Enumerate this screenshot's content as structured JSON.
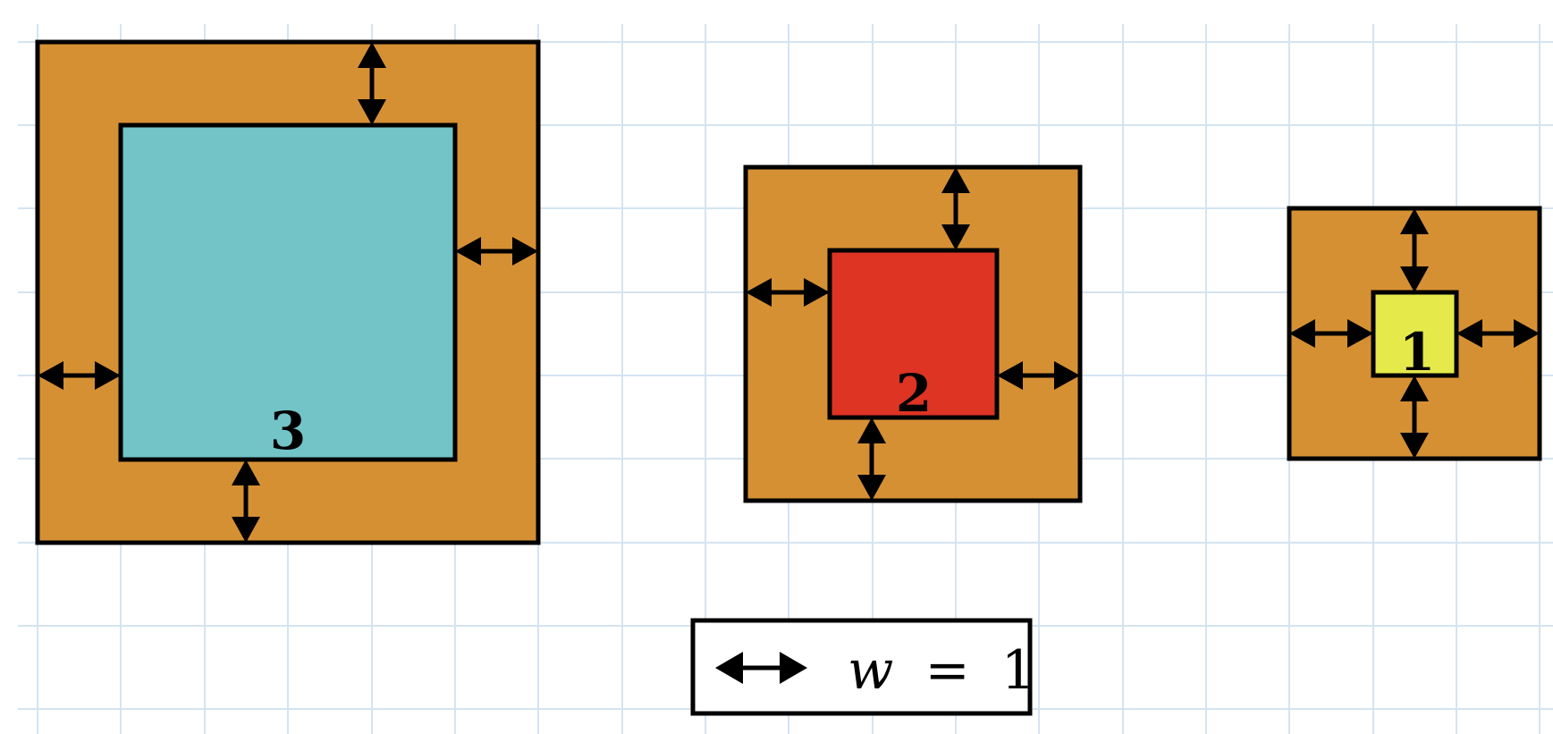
{
  "squares": [
    {
      "label": "3",
      "color": "#72c4c7"
    },
    {
      "label": "2",
      "color": "#dd3424"
    },
    {
      "label": "1",
      "color": "#e5ea4a"
    }
  ],
  "frame_color": "#d69034",
  "legend": {
    "variable": "w",
    "equals": "=",
    "value": "1"
  }
}
